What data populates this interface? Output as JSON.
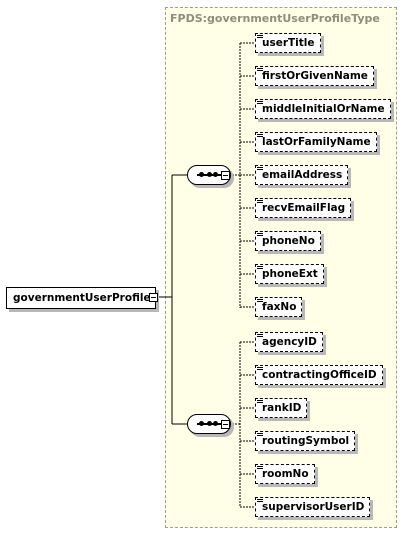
{
  "type_name": "FPDS:governmentUserProfileType",
  "root_element": "governmentUserProfile",
  "sequences": [
    {
      "elements": [
        "userTitle",
        "firstOrGivenName",
        "middleInitialOrName",
        "lastOrFamilyName",
        "emailAddress",
        "recvEmailFlag",
        "phoneNo",
        "phoneExt",
        "faxNo"
      ]
    },
    {
      "elements": [
        "agencyID",
        "contractingOfficeID",
        "rankID",
        "routingSymbol",
        "roomNo",
        "supervisorUserID"
      ]
    }
  ],
  "colors": {
    "type_box_fill": "#ffffe8",
    "type_box_border": "#a0a08a",
    "title_text": "#8e8e7a",
    "shadow": "#b8b8b8"
  }
}
